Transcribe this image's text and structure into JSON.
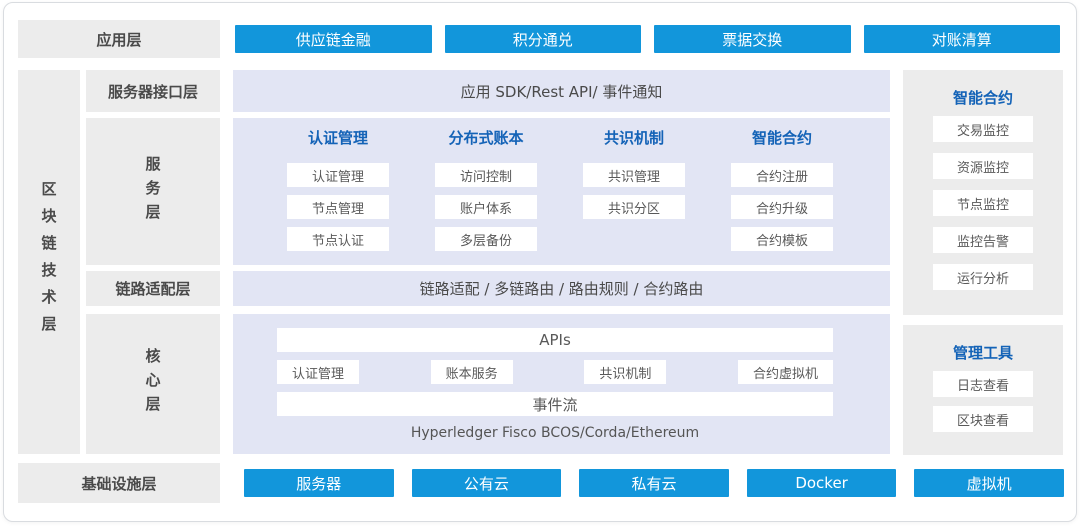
{
  "app_layer": {
    "label": "应用层",
    "buttons": [
      "供应链金融",
      "积分通兑",
      "票据交换",
      "对账清算"
    ]
  },
  "tech_layer": {
    "label": "区块链技术层",
    "rows": {
      "interface": {
        "label": "服务器接口层",
        "content": "应用 SDK/Rest API/ 事件通知"
      },
      "service": {
        "label": "服务层",
        "columns": [
          {
            "title": "认证管理",
            "items": [
              "认证管理",
              "节点管理",
              "节点认证"
            ]
          },
          {
            "title": "分布式账本",
            "items": [
              "访问控制",
              "账户体系",
              "多层备份"
            ]
          },
          {
            "title": "共识机制",
            "items": [
              "共识管理",
              "共识分区"
            ]
          },
          {
            "title": "智能合约",
            "items": [
              "合约注册",
              "合约升级",
              "合约模板"
            ]
          }
        ]
      },
      "link": {
        "label": "链路适配层",
        "content": "链路适配 / 多链路由 / 路由规则 / 合约路由"
      },
      "core": {
        "label": "核心层",
        "apis_bar": "APIs",
        "modules": [
          "认证管理",
          "账本服务",
          "共识机制",
          "合约虚拟机"
        ],
        "event_bar": "事件流",
        "platforms": "Hyperledger Fisco BCOS/Corda/Ethereum"
      }
    }
  },
  "side_panels": [
    {
      "title": "智能合约",
      "items": [
        "交易监控",
        "资源监控",
        "节点监控",
        "监控告警",
        "运行分析"
      ]
    },
    {
      "title": "管理工具",
      "items": [
        "日志查看",
        "区块查看"
      ]
    }
  ],
  "infra_layer": {
    "label": "基础设施层",
    "buttons": [
      "服务器",
      "公有云",
      "私有云",
      "Docker",
      "虚拟机"
    ]
  },
  "colors": {
    "accent_blue": "#1296db",
    "heading_blue": "#1463b7",
    "panel_gray": "#ececec",
    "panel_lavender": "#e2e5f4"
  }
}
